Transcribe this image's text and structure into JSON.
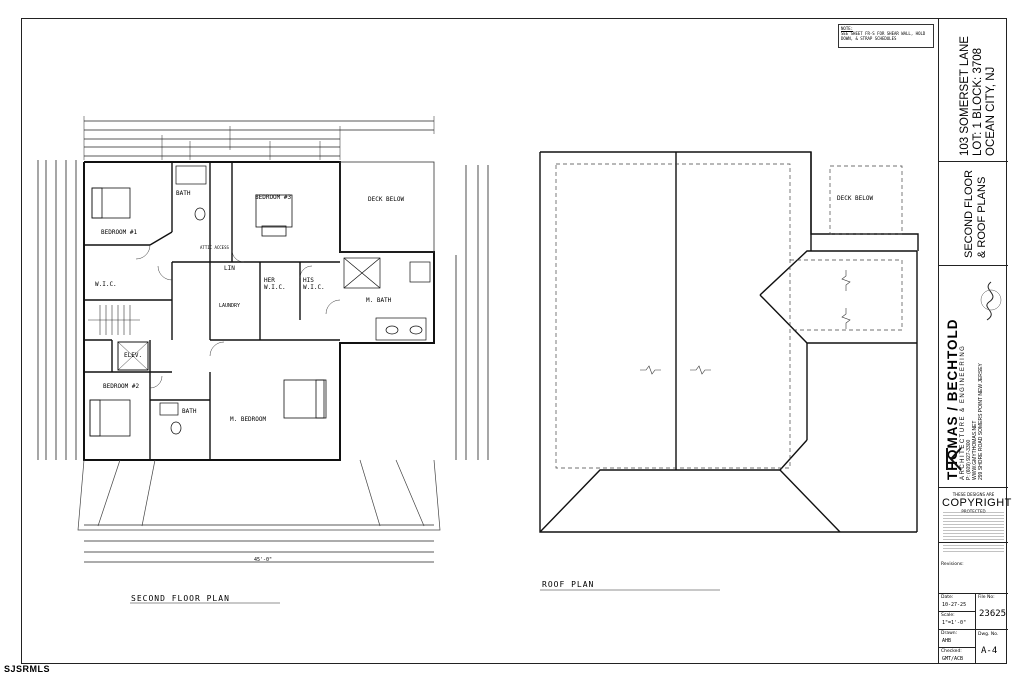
{
  "note": {
    "heading": "NOTE:",
    "body": "SEE SHEET FR-S FOR SHEAR WALL, HOLD DOWN, & STRAP SCHEDULES"
  },
  "project": {
    "address_line1": "103 SOMERSET LANE",
    "address_line2": "LOT: 1   BLOCK: 3708",
    "address_line3": "OCEAN CITY, NJ"
  },
  "sheet_title": {
    "line1": "SECOND FLOOR",
    "line2": "& ROOF PLANS"
  },
  "firm": {
    "name": "THOMAS / BECHTOLD",
    "subtitle": "ARCHITECTURE & ENGINEERING",
    "phone": "P: (609) 927-3300",
    "web": "WWW.GMYTHOMAS.NET",
    "address": "299 SHORE ROAD  SOMERS POINT  NEW JERSEY",
    "signature": "Andrew Bechtold"
  },
  "copyright": {
    "top": "THESE DESIGNS ARE",
    "label": "COPYRIGHT",
    "sub": "PROTECTED"
  },
  "revisions_label": "Revisions:",
  "fields": {
    "date_label": "Date:",
    "date_value": "10-27-25",
    "file_label": "File No:",
    "file_value": "23625",
    "scale_label": "Scale:",
    "scale_value": "1\"=1'-0\"",
    "drawn_label": "Drawn:",
    "drawn_value": "AHB",
    "dwg_label": "Dwg. No.",
    "dwg_value": "A-4",
    "checked_label": "Checked:",
    "checked_value": "GMT/ACB"
  },
  "plans": {
    "second_floor_title": "SECOND FLOOR PLAN",
    "roof_title": "ROOF PLAN",
    "rooms": {
      "bedroom1": "BEDROOM #1",
      "bedroom2": "BEDROOM #2",
      "bedroom3": "BEDROOM #3",
      "bath_a": "BATH",
      "bath_b": "BATH",
      "wic": "W.I.C.",
      "her_wic": "HER W.I.C.",
      "his_wic": "HIS W.I.C.",
      "m_bath": "M. BATH",
      "laundry": "LAUNDRY",
      "linen": "LIN",
      "elev": "ELEV.",
      "m_bedroom": "M. BEDROOM",
      "deck_below_plan": "DECK BELOW",
      "deck_below_roof": "DECK BELOW",
      "attic": "ATTIC ACCESS"
    },
    "overall_dim": "45'-0\""
  },
  "footer": "SJSRMLS"
}
